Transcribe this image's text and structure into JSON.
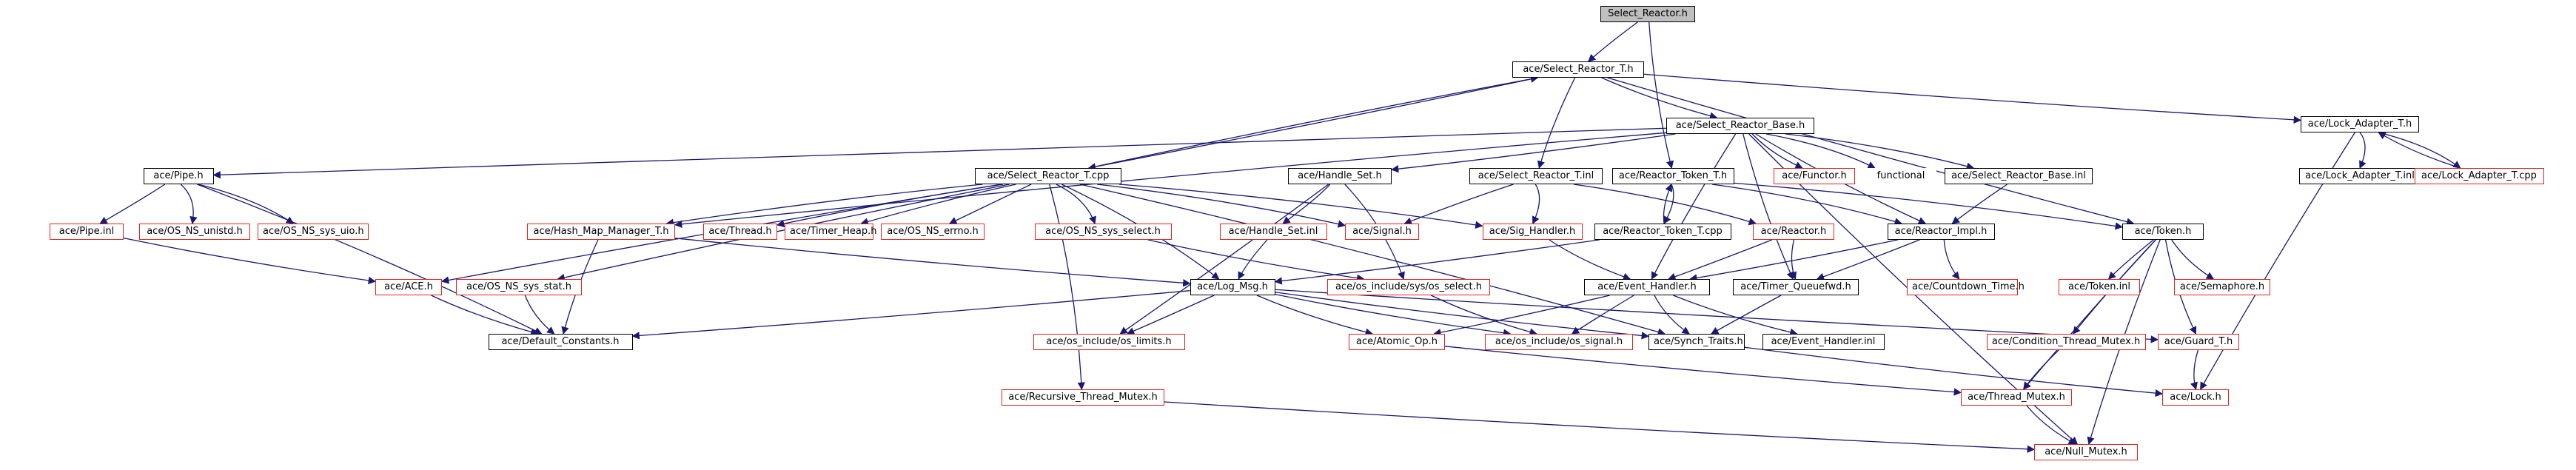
{
  "diagram": {
    "nodes": [
      {
        "id": "n0",
        "label": "Select_Reactor.h",
        "style": "root"
      },
      {
        "id": "n1",
        "label": "ace/Select_Reactor_T.h",
        "style": "black"
      },
      {
        "id": "n2",
        "label": "ace/Select_Reactor_Base.h",
        "style": "black"
      },
      {
        "id": "n3",
        "label": "ace/Lock_Adapter_T.h",
        "style": "black"
      },
      {
        "id": "n4",
        "label": "ace/Pipe.h",
        "style": "black"
      },
      {
        "id": "n5",
        "label": "ace/Select_Reactor_T.cpp",
        "style": "black"
      },
      {
        "id": "n6",
        "label": "ace/Handle_Set.h",
        "style": "black"
      },
      {
        "id": "n7",
        "label": "ace/Select_Reactor_T.inl",
        "style": "black"
      },
      {
        "id": "n8",
        "label": "ace/Reactor_Token_T.h",
        "style": "black"
      },
      {
        "id": "n9",
        "label": "ace/Functor.h",
        "style": "red"
      },
      {
        "id": "n10",
        "label": "functional",
        "style": "plain"
      },
      {
        "id": "n11",
        "label": "ace/Select_Reactor_Base.inl",
        "style": "black"
      },
      {
        "id": "n12",
        "label": "ace/Lock_Adapter_T.inl",
        "style": "black"
      },
      {
        "id": "n13",
        "label": "ace/Lock_Adapter_T.cpp",
        "style": "red"
      },
      {
        "id": "n14",
        "label": "ace/Pipe.inl",
        "style": "red"
      },
      {
        "id": "n15",
        "label": "ace/OS_NS_unistd.h",
        "style": "red"
      },
      {
        "id": "n16",
        "label": "ace/OS_NS_sys_uio.h",
        "style": "red"
      },
      {
        "id": "n17",
        "label": "ace/Hash_Map_Manager_T.h",
        "style": "red"
      },
      {
        "id": "n18",
        "label": "ace/Thread.h",
        "style": "red"
      },
      {
        "id": "n19",
        "label": "ace/Timer_Heap.h",
        "style": "red"
      },
      {
        "id": "n20",
        "label": "ace/OS_NS_errno.h",
        "style": "red"
      },
      {
        "id": "n21",
        "label": "ace/OS_NS_sys_select.h",
        "style": "red"
      },
      {
        "id": "n22",
        "label": "ace/Signal.h",
        "style": "red"
      },
      {
        "id": "n23",
        "label": "ace/Handle_Set.inl",
        "style": "red"
      },
      {
        "id": "n24",
        "label": "ace/Sig_Handler.h",
        "style": "red"
      },
      {
        "id": "n25",
        "label": "ace/Reactor_Token_T.cpp",
        "style": "black"
      },
      {
        "id": "n26",
        "label": "ace/Reactor.h",
        "style": "red"
      },
      {
        "id": "n27",
        "label": "ace/Reactor_Impl.h",
        "style": "black"
      },
      {
        "id": "n28",
        "label": "ace/Token.h",
        "style": "black"
      },
      {
        "id": "n29",
        "label": "ace/ACE.h",
        "style": "red"
      },
      {
        "id": "n30",
        "label": "ace/OS_NS_sys_stat.h",
        "style": "red"
      },
      {
        "id": "n31",
        "label": "ace/Log_Msg.h",
        "style": "black"
      },
      {
        "id": "n32",
        "label": "ace/os_include/sys/os_select.h",
        "style": "red"
      },
      {
        "id": "n33",
        "label": "ace/Event_Handler.h",
        "style": "black"
      },
      {
        "id": "n34",
        "label": "ace/Timer_Queuefwd.h",
        "style": "black"
      },
      {
        "id": "n35",
        "label": "ace/Countdown_Time.h",
        "style": "red"
      },
      {
        "id": "n36",
        "label": "ace/Token.inl",
        "style": "red"
      },
      {
        "id": "n37",
        "label": "ace/Semaphore.h",
        "style": "red"
      },
      {
        "id": "n38",
        "label": "ace/Default_Constants.h",
        "style": "black"
      },
      {
        "id": "n39",
        "label": "ace/os_include/os_limits.h",
        "style": "red"
      },
      {
        "id": "n40",
        "label": "ace/Atomic_Op.h",
        "style": "red"
      },
      {
        "id": "n41",
        "label": "ace/os_include/os_signal.h",
        "style": "red"
      },
      {
        "id": "n42",
        "label": "ace/Synch_Traits.h",
        "style": "black"
      },
      {
        "id": "n43",
        "label": "ace/Event_Handler.inl",
        "style": "black"
      },
      {
        "id": "n44",
        "label": "ace/Condition_Thread_Mutex.h",
        "style": "red"
      },
      {
        "id": "n45",
        "label": "ace/Guard_T.h",
        "style": "red"
      },
      {
        "id": "n46",
        "label": "ace/Recursive_Thread_Mutex.h",
        "style": "red"
      },
      {
        "id": "n47",
        "label": "ace/Thread_Mutex.h",
        "style": "red"
      },
      {
        "id": "n48",
        "label": "ace/Lock.h",
        "style": "red"
      },
      {
        "id": "n49",
        "label": "ace/Null_Mutex.h",
        "style": "red"
      }
    ],
    "edges": [
      [
        "n0",
        "n1"
      ],
      [
        "n0",
        "n8"
      ],
      [
        "n1",
        "n2"
      ],
      [
        "n1",
        "n3"
      ],
      [
        "n1",
        "n5"
      ],
      [
        "n1",
        "n7"
      ],
      [
        "n1",
        "n28"
      ],
      [
        "n5",
        "n1"
      ],
      [
        "n2",
        "n4"
      ],
      [
        "n2",
        "n6"
      ],
      [
        "n2",
        "n9"
      ],
      [
        "n2",
        "n10"
      ],
      [
        "n2",
        "n11"
      ],
      [
        "n2",
        "n27"
      ],
      [
        "n2",
        "n33"
      ],
      [
        "n2",
        "n49"
      ],
      [
        "n2",
        "n34"
      ],
      [
        "n2",
        "n17"
      ],
      [
        "n3",
        "n12"
      ],
      [
        "n3",
        "n13"
      ],
      [
        "n3",
        "n48"
      ],
      [
        "n13",
        "n3"
      ],
      [
        "n4",
        "n14"
      ],
      [
        "n4",
        "n15"
      ],
      [
        "n4",
        "n16"
      ],
      [
        "n4",
        "n38"
      ],
      [
        "n14",
        "n29"
      ],
      [
        "n5",
        "n17"
      ],
      [
        "n5",
        "n18"
      ],
      [
        "n5",
        "n19"
      ],
      [
        "n5",
        "n20"
      ],
      [
        "n5",
        "n21"
      ],
      [
        "n5",
        "n22"
      ],
      [
        "n5",
        "n24"
      ],
      [
        "n5",
        "n31"
      ],
      [
        "n5",
        "n29"
      ],
      [
        "n5",
        "n30"
      ],
      [
        "n5",
        "n46"
      ],
      [
        "n5",
        "n42"
      ],
      [
        "n6",
        "n23"
      ],
      [
        "n6",
        "n32"
      ],
      [
        "n6",
        "n39"
      ],
      [
        "n7",
        "n22"
      ],
      [
        "n7",
        "n24"
      ],
      [
        "n7",
        "n26"
      ],
      [
        "n8",
        "n25"
      ],
      [
        "n8",
        "n27"
      ],
      [
        "n8",
        "n28"
      ],
      [
        "n25",
        "n8"
      ],
      [
        "n25",
        "n31"
      ],
      [
        "n11",
        "n27"
      ],
      [
        "n17",
        "n31"
      ],
      [
        "n17",
        "n38"
      ],
      [
        "n21",
        "n32"
      ],
      [
        "n23",
        "n31"
      ],
      [
        "n24",
        "n33"
      ],
      [
        "n26",
        "n33"
      ],
      [
        "n26",
        "n34"
      ],
      [
        "n27",
        "n33"
      ],
      [
        "n27",
        "n34"
      ],
      [
        "n27",
        "n35"
      ],
      [
        "n28",
        "n36"
      ],
      [
        "n28",
        "n37"
      ],
      [
        "n28",
        "n44"
      ],
      [
        "n28",
        "n45"
      ],
      [
        "n28",
        "n47"
      ],
      [
        "n28",
        "n49"
      ],
      [
        "n29",
        "n38"
      ],
      [
        "n30",
        "n38"
      ],
      [
        "n31",
        "n38"
      ],
      [
        "n31",
        "n39"
      ],
      [
        "n31",
        "n40"
      ],
      [
        "n31",
        "n41"
      ],
      [
        "n31",
        "n42"
      ],
      [
        "n31",
        "n45"
      ],
      [
        "n32",
        "n41"
      ],
      [
        "n33",
        "n40"
      ],
      [
        "n33",
        "n41"
      ],
      [
        "n33",
        "n42"
      ],
      [
        "n33",
        "n43"
      ],
      [
        "n34",
        "n42"
      ],
      [
        "n40",
        "n47"
      ],
      [
        "n42",
        "n48"
      ],
      [
        "n44",
        "n47"
      ],
      [
        "n45",
        "n48"
      ],
      [
        "n46",
        "n49"
      ],
      [
        "n47",
        "n49"
      ]
    ]
  }
}
